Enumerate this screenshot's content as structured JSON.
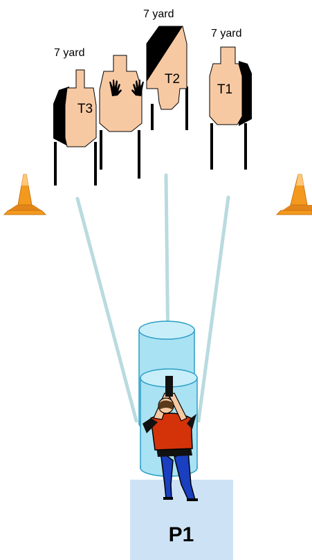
{
  "distance_labels": {
    "t3": "7 yard",
    "t2": "7 yard",
    "t1": "7 yard"
  },
  "targets": {
    "t1": "T1",
    "t2": "T2",
    "t3": "T3"
  },
  "position": {
    "label": "P1"
  },
  "colors": {
    "target_fill": "#f7c9a3",
    "hard_cover": "#000000",
    "cone": "#f39a1e",
    "barrel_fill": "#a9e2f3",
    "barrel_stroke": "#2a9ec4",
    "sight_line": "#b9dbe0",
    "shooter_box": "#cde3f5",
    "shirt": "#d4330a",
    "pants": "#1a3fc0"
  }
}
